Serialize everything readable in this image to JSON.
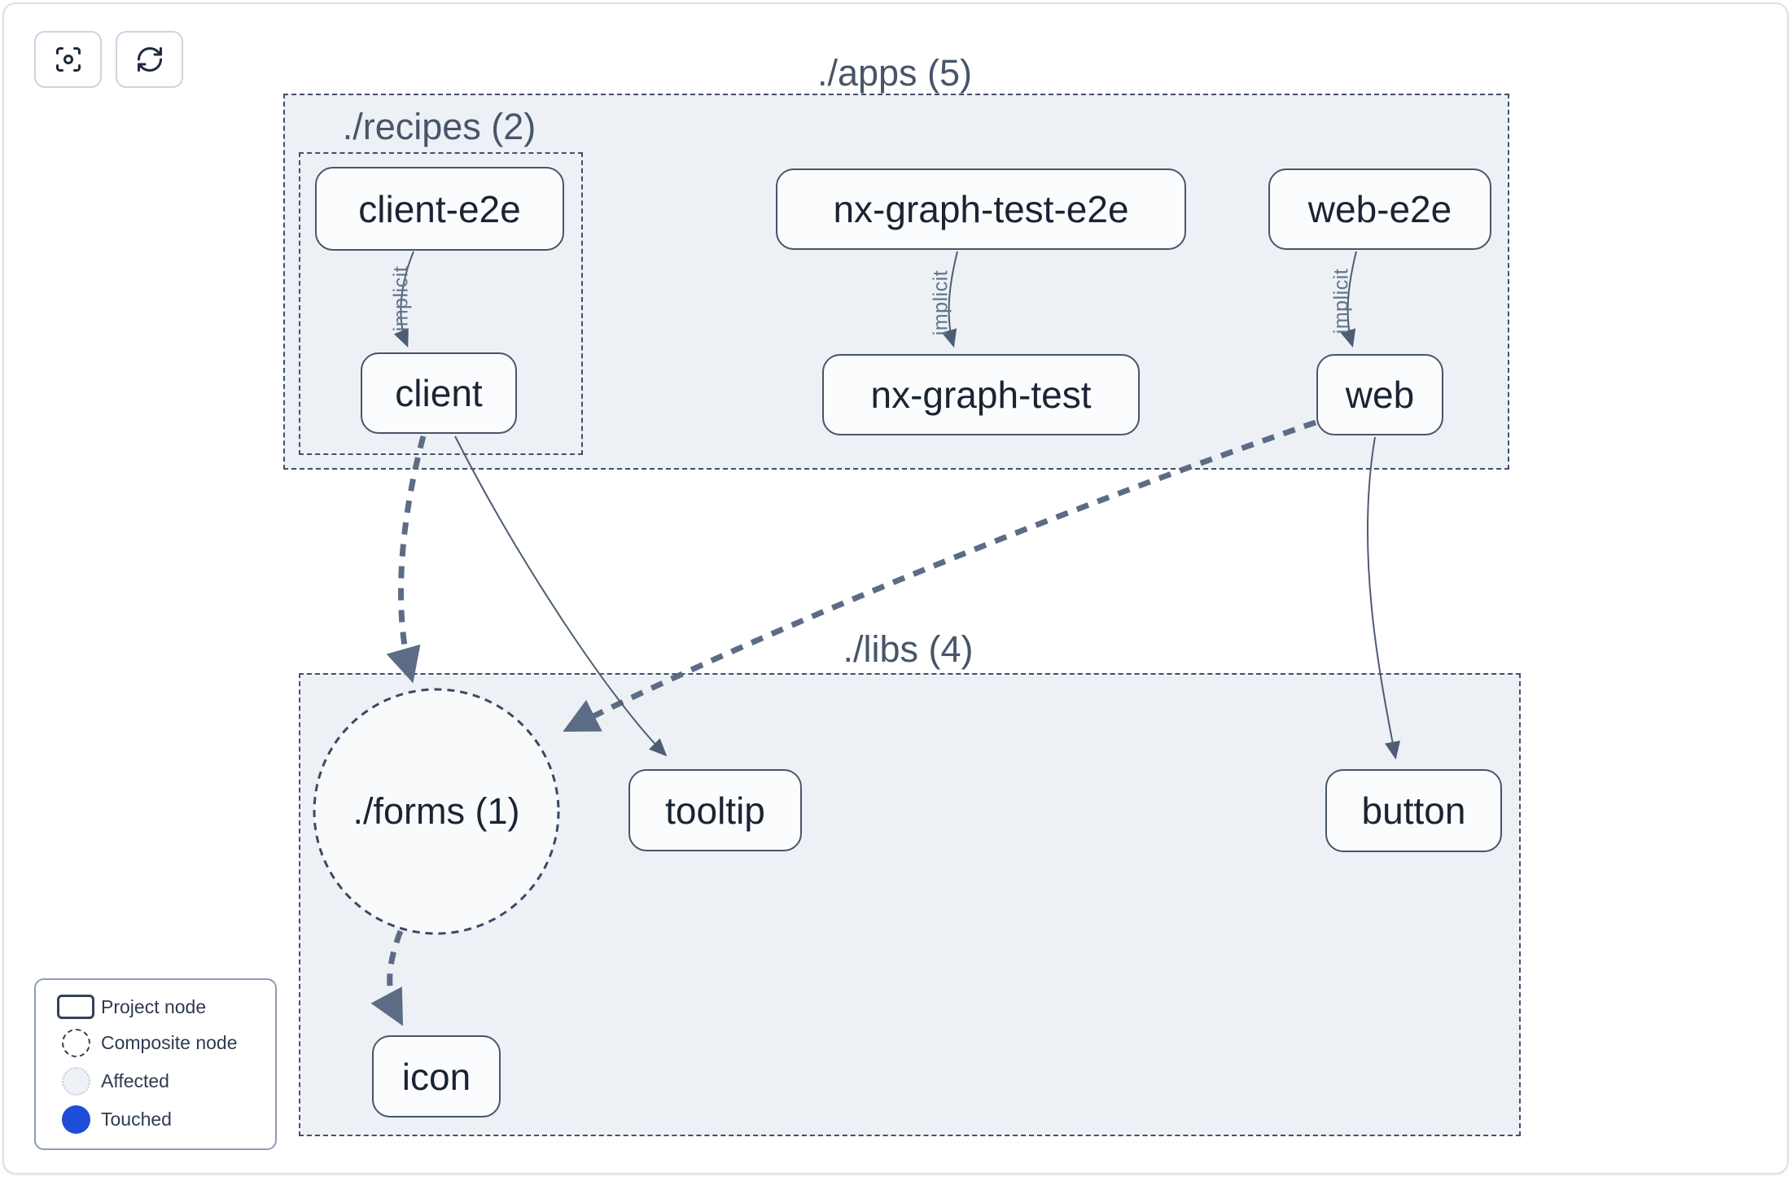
{
  "toolbar": {
    "buttons": [
      {
        "name": "focus",
        "icon": "focus-icon"
      },
      {
        "name": "refresh",
        "icon": "refresh-icon"
      }
    ]
  },
  "graph": {
    "groups": [
      {
        "id": "apps",
        "label": "./apps (5)"
      },
      {
        "id": "recipes",
        "label": "./recipes (2)"
      },
      {
        "id": "libs",
        "label": "./libs (4)"
      }
    ],
    "composite": {
      "id": "forms",
      "label": "./forms (1)"
    },
    "nodes": [
      {
        "id": "client-e2e",
        "label": "client-e2e"
      },
      {
        "id": "nx-graph-test-e2e",
        "label": "nx-graph-test-e2e"
      },
      {
        "id": "web-e2e",
        "label": "web-e2e"
      },
      {
        "id": "client",
        "label": "client"
      },
      {
        "id": "nx-graph-test",
        "label": "nx-graph-test"
      },
      {
        "id": "web",
        "label": "web"
      },
      {
        "id": "tooltip",
        "label": "tooltip"
      },
      {
        "id": "button",
        "label": "button"
      },
      {
        "id": "icon",
        "label": "icon"
      }
    ],
    "edges": [
      {
        "from": "client-e2e",
        "to": "client",
        "style": "thin",
        "label": "implicit"
      },
      {
        "from": "nx-graph-test-e2e",
        "to": "nx-graph-test",
        "style": "thin",
        "label": "implicit"
      },
      {
        "from": "web-e2e",
        "to": "web",
        "style": "thin",
        "label": "implicit"
      },
      {
        "from": "client",
        "to": "./forms (1)",
        "style": "thick-dashed",
        "label": ""
      },
      {
        "from": "client",
        "to": "tooltip",
        "style": "thin",
        "label": ""
      },
      {
        "from": "web",
        "to": "./forms (1)",
        "style": "thick-dashed",
        "label": ""
      },
      {
        "from": "web",
        "to": "button",
        "style": "thin",
        "label": ""
      },
      {
        "from": "./forms (1)",
        "to": "icon",
        "style": "thick-dashed",
        "label": ""
      }
    ]
  },
  "legend": {
    "items": [
      {
        "swatch": "project-node",
        "label": "Project node"
      },
      {
        "swatch": "composite-node",
        "label": "Composite node"
      },
      {
        "swatch": "affected",
        "label": "Affected"
      },
      {
        "swatch": "touched",
        "label": "Touched"
      }
    ]
  },
  "colors": {
    "touched": "#1d4ed8",
    "affected_fill": "#eef1f6",
    "container_fill": "#edf1f6",
    "node_border": "#475569",
    "edge_thin": "#4e5d73",
    "edge_thick": "#5d6c85"
  }
}
